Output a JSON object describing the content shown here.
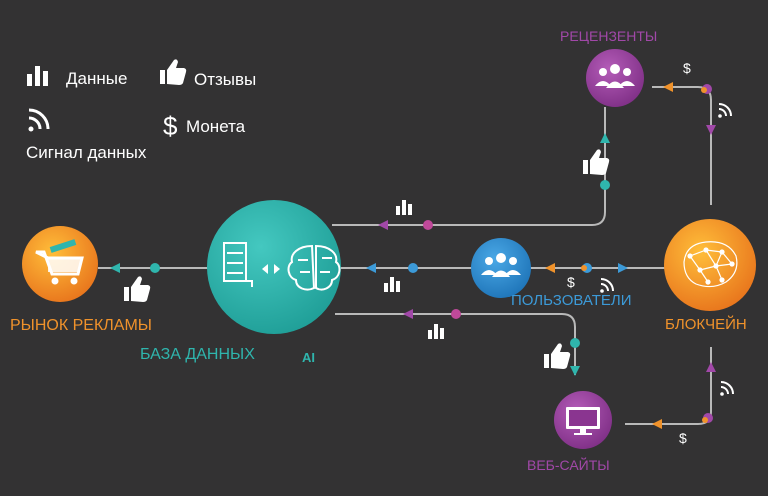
{
  "legend": {
    "data_label": "Данные",
    "reviews_label": "Отзывы",
    "signal_label": "Сигнал данных",
    "coin_label": "Монета"
  },
  "nodes": {
    "ad_market": "РЫНОК РЕКЛАМЫ",
    "database": "БАЗА ДАННЫХ",
    "ai": "AI",
    "users": "ПОЛЬЗОВАТЕЛИ",
    "blockchain": "БЛОКЧЕЙН",
    "reviewers": "РЕЦЕНЗЕНТЫ",
    "websites": "ВЕБ-САЙТЫ"
  },
  "colors": {
    "background": "#333233",
    "line": "#b9b9b9",
    "orange": "#f0922b",
    "teal": "#2fb5ad",
    "blue": "#3c9ad8",
    "purple": "#a148a8",
    "dot_magenta": "#c0499a"
  },
  "icons": [
    "bar-chart-icon",
    "thumbs-up-icon",
    "rss-signal-icon",
    "dollar-icon",
    "cart-icon",
    "server-icon",
    "brain-icon",
    "users-group-icon",
    "network-brain-icon",
    "monitor-icon",
    "arrow-icon"
  ]
}
